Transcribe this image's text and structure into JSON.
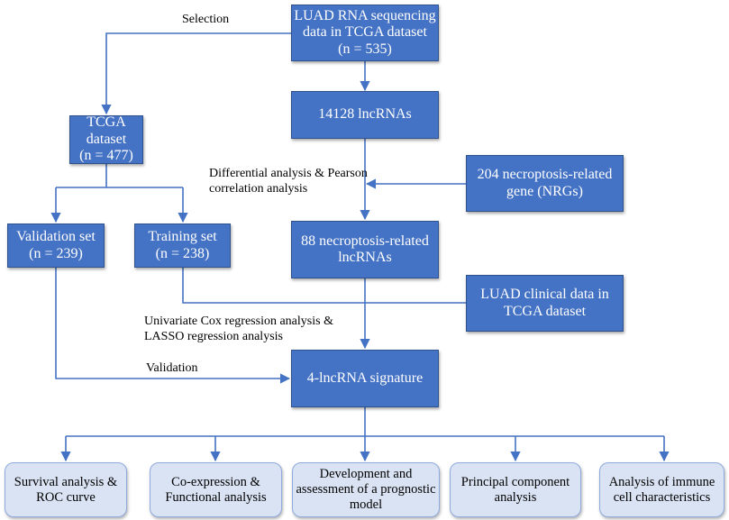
{
  "colors": {
    "box_fill": "#4472c4",
    "output_fill": "#dae3f3",
    "arrow": "#4472c4"
  },
  "nodes": {
    "rna_seq": "LUAD RNA sequencing\ndata in TCGA dataset\n(n = 535)",
    "lncrnas": "14128 lncRNAs",
    "tcga": "TCGA dataset\n(n = 477)",
    "nrgs": "204 necroptosis-related\ngene (NRGs)",
    "validation_set": "Validation set\n(n = 239)",
    "training_set": "Training set\n(n = 238)",
    "necro_lncrnas": "88 necroptosis-related\nlncRNAs",
    "clinical": "LUAD clinical data in\nTCGA dataset",
    "signature": "4-lncRNA signature"
  },
  "outputs": [
    "Survival analysis &\nROC curve",
    "Co-expression  &\nFunctional analysis",
    "Development and\nassessment of a prognostic\nmodel",
    "Principal component\nanalysis",
    "Analysis of immune\ncell characteristics"
  ],
  "labels": {
    "selection": "Selection",
    "differential": "Differential analysis & Pearson\ncorrelation analysis",
    "cox": "Univariate Cox regression analysis &\nLASSO regression analysis",
    "validation": "Validation"
  }
}
